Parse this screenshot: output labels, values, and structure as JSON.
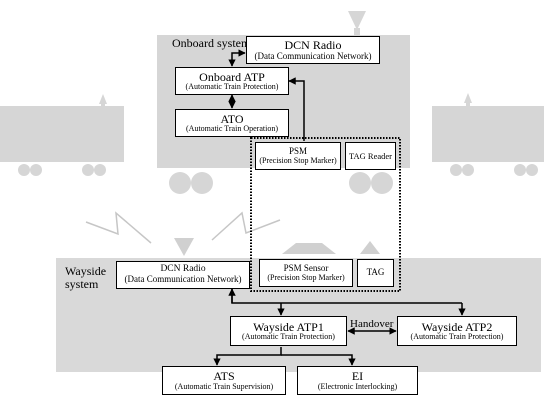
{
  "labels": {
    "onboard_system": "Onboard system",
    "wayside_system": "Wayside\nsystem",
    "handover": "Handover"
  },
  "boxes": {
    "dcn_radio_onboard": {
      "title": "DCN Radio",
      "subtitle": "(Data Communication Network)"
    },
    "onboard_atp": {
      "title": "Onboard ATP",
      "subtitle": "(Automatic Train Protection)"
    },
    "ato": {
      "title": "ATO",
      "subtitle": "(Automatic Train Operation)"
    },
    "psm": {
      "title": "PSM",
      "subtitle": "(Precision Stop Marker)"
    },
    "tag_reader": {
      "title": "TAG Reader"
    },
    "psm_sensor": {
      "title": "PSM Sensor",
      "subtitle": "(Precision Stop Marker)"
    },
    "tag": {
      "title": "TAG"
    },
    "dcn_radio_wayside": {
      "title": "DCN Radio",
      "subtitle": "(Data Communication Network)"
    },
    "wayside_atp1": {
      "title": "Wayside ATP1",
      "subtitle": "(Automatic Train Protection)"
    },
    "wayside_atp2": {
      "title": "Wayside ATP2",
      "subtitle": "(Automatic Train Protection)"
    },
    "ats": {
      "title": "ATS",
      "subtitle": "(Automatic Train Supervision)"
    },
    "ei": {
      "title": "EI",
      "subtitle": "(Electronic Interlocking)"
    }
  },
  "colors": {
    "silhouette": "#d6d6d6",
    "wayside_bg": "#d9d9d9",
    "line": "#000000",
    "box_fill": "#ffffff"
  }
}
